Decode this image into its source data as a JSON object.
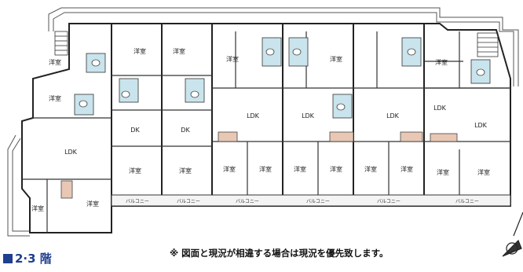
{
  "plan": {
    "rooms": [
      {
        "id": "r1",
        "label": "洋室"
      },
      {
        "id": "r2",
        "label": "洋室"
      },
      {
        "id": "r3",
        "label": "洋室"
      },
      {
        "id": "r4",
        "label": "洋室"
      },
      {
        "id": "r5",
        "label": "洋室"
      },
      {
        "id": "r6",
        "label": "洋室"
      },
      {
        "id": "r7",
        "label": "洋室"
      },
      {
        "id": "r8",
        "label": "LDK"
      },
      {
        "id": "r9",
        "label": "LDK"
      },
      {
        "id": "r10",
        "label": "LDK"
      },
      {
        "id": "r11",
        "label": "LDK"
      },
      {
        "id": "r12",
        "label": "LDK"
      },
      {
        "id": "r13",
        "label": "DK"
      },
      {
        "id": "r14",
        "label": "DK"
      },
      {
        "id": "r15",
        "label": "洋室"
      },
      {
        "id": "r16",
        "label": "洋室"
      },
      {
        "id": "r17",
        "label": "洋室"
      },
      {
        "id": "r18",
        "label": "洋室"
      },
      {
        "id": "r19",
        "label": "洋室"
      },
      {
        "id": "r20",
        "label": "洋室"
      },
      {
        "id": "r21",
        "label": "洋室"
      },
      {
        "id": "r22",
        "label": "洋室"
      },
      {
        "id": "r23",
        "label": "洋室"
      },
      {
        "id": "r24",
        "label": "洋室"
      },
      {
        "id": "r25",
        "label": "LDK"
      },
      {
        "id": "r26",
        "label": "洋室"
      },
      {
        "id": "r27",
        "label": "洋室"
      }
    ],
    "balcony_labels": [
      "バルコニー",
      "バルコニー",
      "バルコニー",
      "バルコニー",
      "バルコニー",
      "バルコニー"
    ],
    "floor_label": "2·3 階",
    "notice": "※ 図面と現況が相違する場合は現況を優先致します。"
  }
}
